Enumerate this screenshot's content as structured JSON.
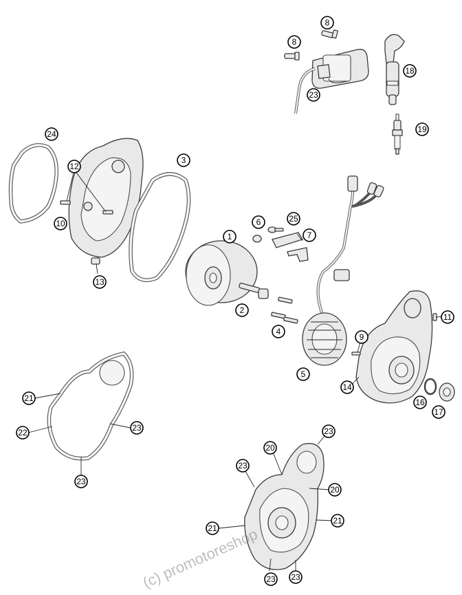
{
  "diagram": {
    "watermark": "(c) promotoreshop"
  },
  "callouts": [
    {
      "id": "c1",
      "label": "1"
    },
    {
      "id": "c2",
      "label": "2"
    },
    {
      "id": "c3",
      "label": "3"
    },
    {
      "id": "c4",
      "label": "4"
    },
    {
      "id": "c5",
      "label": "5"
    },
    {
      "id": "c6",
      "label": "6"
    },
    {
      "id": "c7",
      "label": "7"
    },
    {
      "id": "c8a",
      "label": "8"
    },
    {
      "id": "c8b",
      "label": "8"
    },
    {
      "id": "c9",
      "label": "9"
    },
    {
      "id": "c10",
      "label": "10"
    },
    {
      "id": "c11",
      "label": "11"
    },
    {
      "id": "c12",
      "label": "12"
    },
    {
      "id": "c13",
      "label": "13"
    },
    {
      "id": "c14",
      "label": "14"
    },
    {
      "id": "c16",
      "label": "16"
    },
    {
      "id": "c17",
      "label": "17"
    },
    {
      "id": "c18",
      "label": "18"
    },
    {
      "id": "c19",
      "label": "19"
    },
    {
      "id": "c20a",
      "label": "20"
    },
    {
      "id": "c20b",
      "label": "20"
    },
    {
      "id": "c21a",
      "label": "21"
    },
    {
      "id": "c21b",
      "label": "21"
    },
    {
      "id": "c22",
      "label": "22"
    },
    {
      "id": "c23a",
      "label": "23"
    },
    {
      "id": "c23b",
      "label": "23"
    },
    {
      "id": "c23c",
      "label": "23"
    },
    {
      "id": "c23d",
      "label": "23"
    },
    {
      "id": "c23e",
      "label": "23"
    },
    {
      "id": "c23f",
      "label": "23"
    },
    {
      "id": "c23g",
      "label": "23"
    },
    {
      "id": "c24",
      "label": "24"
    },
    {
      "id": "c25",
      "label": "25"
    }
  ]
}
